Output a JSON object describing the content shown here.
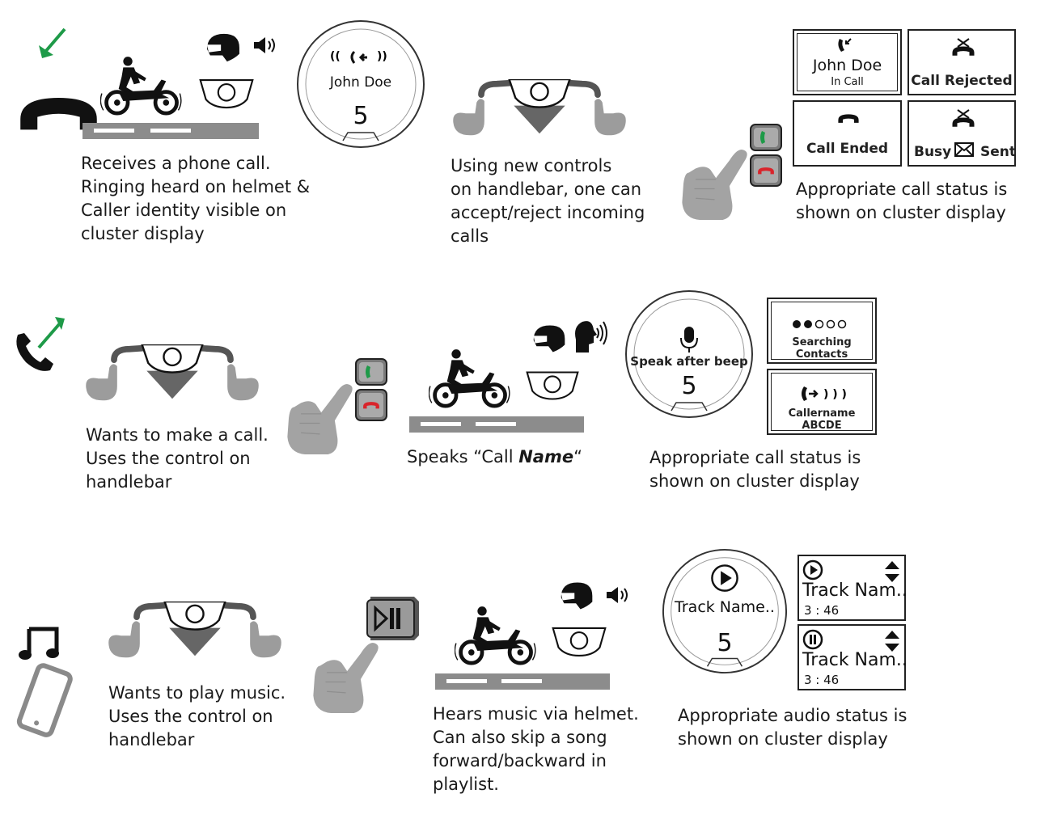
{
  "row1": {
    "caption_receive": "Receives a phone call.\nRinging heard on helmet &\nCaller identity visible on\ncluster display",
    "caption_controls": "Using new controls\non handlebar, one can\naccept/reject incoming\ncalls",
    "caption_status": "Appropriate call status is\nshown on cluster display",
    "dial": {
      "name": "John Doe",
      "number": "5"
    },
    "status_boxes": {
      "in_call_name": "John Doe",
      "in_call_sub": "In Call",
      "rejected": "Call Rejected",
      "ended": "Call Ended",
      "busy": "Busy",
      "sent": "Sent"
    }
  },
  "row2": {
    "caption_make": "Wants to make a call.\nUses the control on\nhandlebar",
    "caption_speak_prefix": "Speaks “Call ",
    "caption_speak_name": "Name",
    "caption_speak_suffix": "“",
    "caption_status": "Appropriate call status is\nshown on cluster display",
    "dial": {
      "prompt": "Speak after beep",
      "number": "5"
    },
    "status_boxes": {
      "searching": "Searching Contacts",
      "callername": "Callername ABCDE"
    }
  },
  "row3": {
    "caption_music": "Wants to play music.\nUses the control on\nhandlebar",
    "caption_hears": "Hears music via helmet.\nCan also skip a song\nforward/backward in\nplaylist.",
    "caption_status": "Appropriate audio status is\nshown on cluster display",
    "dial": {
      "track": "Track Name..",
      "number": "5"
    },
    "tracks": [
      {
        "name": "Track Nam..",
        "time": "3 : 46"
      },
      {
        "name": "Track Nam..",
        "time": "3 : 46"
      }
    ]
  },
  "colors": {
    "accept_green": "#1e9a48",
    "reject_red": "#d9242b",
    "control_gray": "#8a8a8a",
    "hand_gray": "#a3a3a3",
    "road_gray": "#8c8c8c"
  },
  "icons": [
    "incoming-call-icon",
    "outgoing-call-icon",
    "music-note-icon",
    "smartphone-icon",
    "motorbike-rider-icon",
    "helmet-icon",
    "speaker-icon",
    "speaking-head-icon",
    "handlebar-icon",
    "thumb-hand-icon",
    "call-button-icon",
    "play-pause-button-icon",
    "microphone-icon",
    "play-icon",
    "pause-icon",
    "up-down-arrows-icon",
    "envelope-icon"
  ]
}
